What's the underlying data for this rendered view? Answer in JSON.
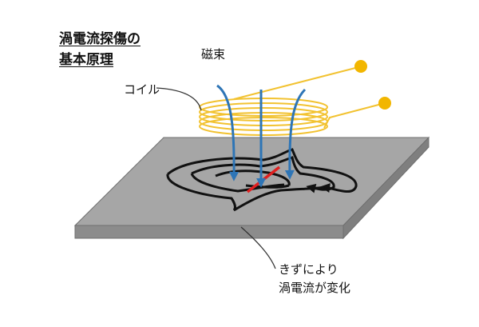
{
  "title": {
    "line1": "渦電流探傷の",
    "line2": "基本原理"
  },
  "labels": {
    "magnetic_flux": "磁束",
    "coil": "コイル",
    "note_line1": "きずにより",
    "note_line2": "渦電流が変化"
  },
  "colors": {
    "coil": "#f2c230",
    "terminal": "#f2b600",
    "flux": "#2e75b6",
    "plate_top": "#a6a6a6",
    "plate_edge": "#7f7f7f",
    "eddy_current": "#111111",
    "flaw": "#e02020"
  },
  "icons": [
    "coil-wire",
    "terminal-dot",
    "flux-arrow",
    "eddy-current-loop",
    "flaw-crack",
    "pointer-line"
  ]
}
